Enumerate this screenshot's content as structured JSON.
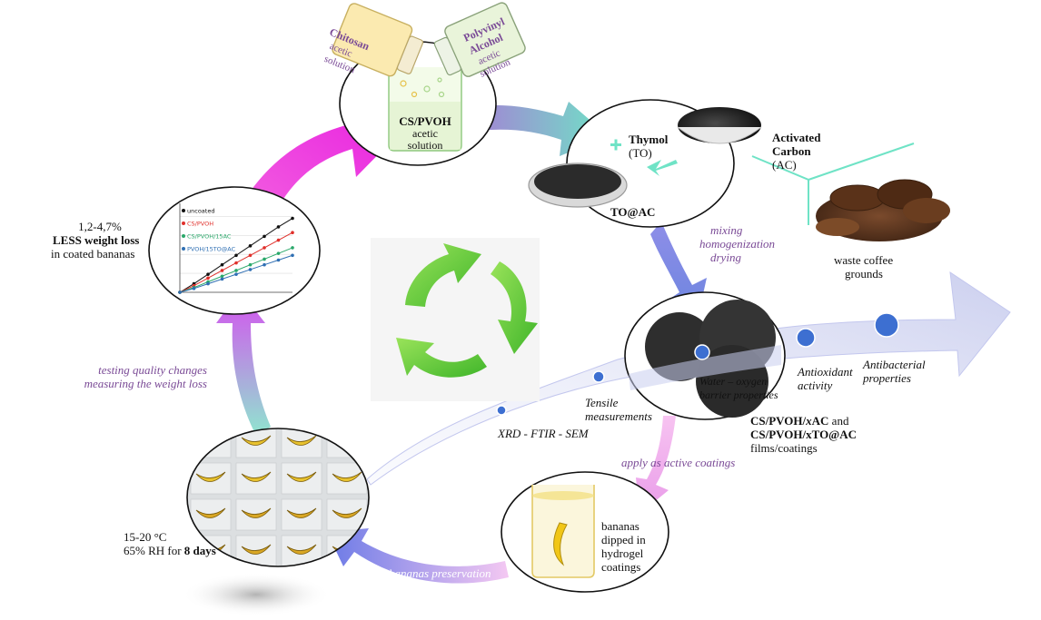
{
  "colors": {
    "magenta": "#e81ee0",
    "teal": "#6fe3c6",
    "blue_purple": "#7b79e8",
    "lavender": "#b9b7ea",
    "pink": "#f2a6f2",
    "yellow": "#f4e184",
    "green_recycle": "#5fcf34",
    "purple_text": "#7a4a96",
    "dot_blue": "#3d6fd1"
  },
  "steps": {
    "solution": {
      "bottle1": {
        "l1": "Chitosan",
        "l2": "acetic",
        "l3": "solution"
      },
      "bottle2": {
        "l1": "Polyvinyl",
        "l2": "Alcohol",
        "l3": "acetic",
        "l4": "solution"
      },
      "beaker": {
        "l1": "CS/PVOH",
        "l2": "acetic",
        "l3": "solution"
      }
    },
    "materials": {
      "thymol_bold": "Thymol",
      "thymol_sub": "(TO)",
      "plus": "+",
      "ac_l1": "Activated",
      "ac_l2": "Carbon",
      "ac_l3": "(AC)",
      "toac": "TO@AC",
      "waste_l1": "waste coffee",
      "waste_l2": "grounds"
    },
    "processing": {
      "l1": "mixing",
      "l2": "homogenization",
      "l3": "drying"
    },
    "films": {
      "overlay": "Water – oxygen",
      "overlay2": "barrier properties",
      "f1a": "CS/PVOH/",
      "f1b": "x",
      "f1c": "AC",
      "f1d": " and",
      "f2": "CS/PVOH/xTO@AC",
      "f3": "films/coatings"
    },
    "coating_label": "apply as active coatings",
    "bananas_beaker": {
      "l1": "bananas",
      "l2": "dipped in",
      "l3": "hydrogel",
      "l4": "coatings"
    },
    "preservation_label": "bananas preservation",
    "storage": {
      "l1": "15-20 °C",
      "l2a": "65% RH for ",
      "l2b": "8 days"
    },
    "testing": {
      "l1": "testing  quality changes",
      "l2": "measuring the weight loss"
    },
    "weightloss": {
      "l1": "1,2-4,7%",
      "l2": "LESS weight loss",
      "l3": "in coated bananas"
    }
  },
  "characterization": {
    "xrd": "XRD - FTIR - SEM",
    "tensile_l1": "Tensile",
    "tensile_l2": "measurements",
    "antiox_l1": "Antioxidant",
    "antiox_l2": "activity",
    "antibac_l1": "Antibacterial",
    "antibac_l2": "properties"
  },
  "chart_data": {
    "type": "line",
    "x": [
      0,
      1,
      2,
      3,
      4,
      5,
      6,
      7,
      8
    ],
    "series": [
      {
        "name": "uncoated",
        "color": "#111111",
        "values": [
          0,
          0.9,
          1.9,
          2.9,
          3.9,
          4.9,
          5.9,
          6.9,
          7.8
        ]
      },
      {
        "name": "CS/PVOH",
        "color": "#e0302b",
        "values": [
          0,
          0.7,
          1.5,
          2.3,
          3.1,
          3.9,
          4.7,
          5.5,
          6.3
        ]
      },
      {
        "name": "CS/PVOH/15AC",
        "color": "#2aa86a",
        "values": [
          0,
          0.5,
          1.1,
          1.7,
          2.3,
          2.9,
          3.5,
          4.1,
          4.7
        ]
      },
      {
        "name": "PVOH/15TO@AC",
        "color": "#2f6fb3",
        "values": [
          0,
          0.4,
          0.9,
          1.4,
          1.9,
          2.4,
          2.9,
          3.4,
          3.9
        ]
      }
    ],
    "ylim": [
      0,
      9
    ],
    "grid": true,
    "legend": "top-left",
    "title": "",
    "xlabel": "",
    "ylabel": ""
  }
}
